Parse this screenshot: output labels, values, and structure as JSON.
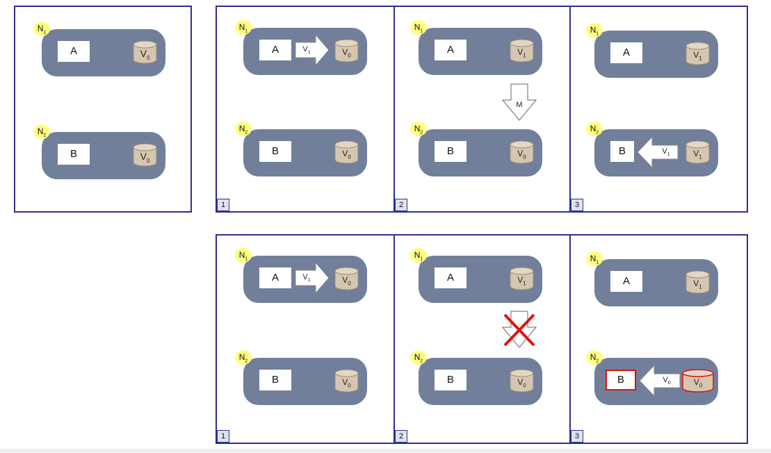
{
  "initial": {
    "n1": {
      "badge": "N",
      "badge_sub": "1",
      "proc": "A",
      "disk": "V",
      "disk_sub": "0"
    },
    "n2": {
      "badge": "N",
      "badge_sub": "2",
      "proc": "B",
      "disk": "V",
      "disk_sub": "0"
    }
  },
  "success": {
    "p1": {
      "step": "1",
      "n1_proc": "A",
      "n1_arrow": "V",
      "n1_arrow_sub": "1",
      "n1_disk": "V",
      "n1_disk_sub": "0",
      "n2_proc": "B",
      "n2_disk": "V",
      "n2_disk_sub": "0"
    },
    "p2": {
      "step": "2",
      "n1_proc": "A",
      "n1_disk": "V",
      "n1_disk_sub": "1",
      "n2_proc": "B",
      "n2_disk": "V",
      "n2_disk_sub": "0",
      "msg": "M"
    },
    "p3": {
      "step": "3",
      "n1_proc": "A",
      "n1_disk": "V",
      "n1_disk_sub": "1",
      "n2_proc": "B",
      "n2_arrow": "V",
      "n2_arrow_sub": "1",
      "n2_disk": "V",
      "n2_disk_sub": "1"
    }
  },
  "failure": {
    "p1": {
      "step": "1",
      "n1_proc": "A",
      "n1_arrow": "V",
      "n1_arrow_sub": "1",
      "n1_disk": "V",
      "n1_disk_sub": "0",
      "n2_proc": "B",
      "n2_disk": "V",
      "n2_disk_sub": "0"
    },
    "p2": {
      "step": "2",
      "n1_proc": "A",
      "n1_disk": "V",
      "n1_disk_sub": "1",
      "n2_proc": "B",
      "n2_disk": "V",
      "n2_disk_sub": "0"
    },
    "p3": {
      "step": "3",
      "n1_proc": "A",
      "n1_disk": "V",
      "n1_disk_sub": "1",
      "n2_proc": "B",
      "n2_arrow": "V",
      "n2_arrow_sub": "0",
      "n2_disk": "V",
      "n2_disk_sub": "0"
    }
  },
  "labels": {
    "N": "N",
    "sub1": "1",
    "sub2": "2"
  },
  "colors": {
    "frame": "#2e2e8f",
    "node": "#717f9b",
    "badge": "#ffff80",
    "disk": "#d6c6b0",
    "error": "#dd1111"
  }
}
